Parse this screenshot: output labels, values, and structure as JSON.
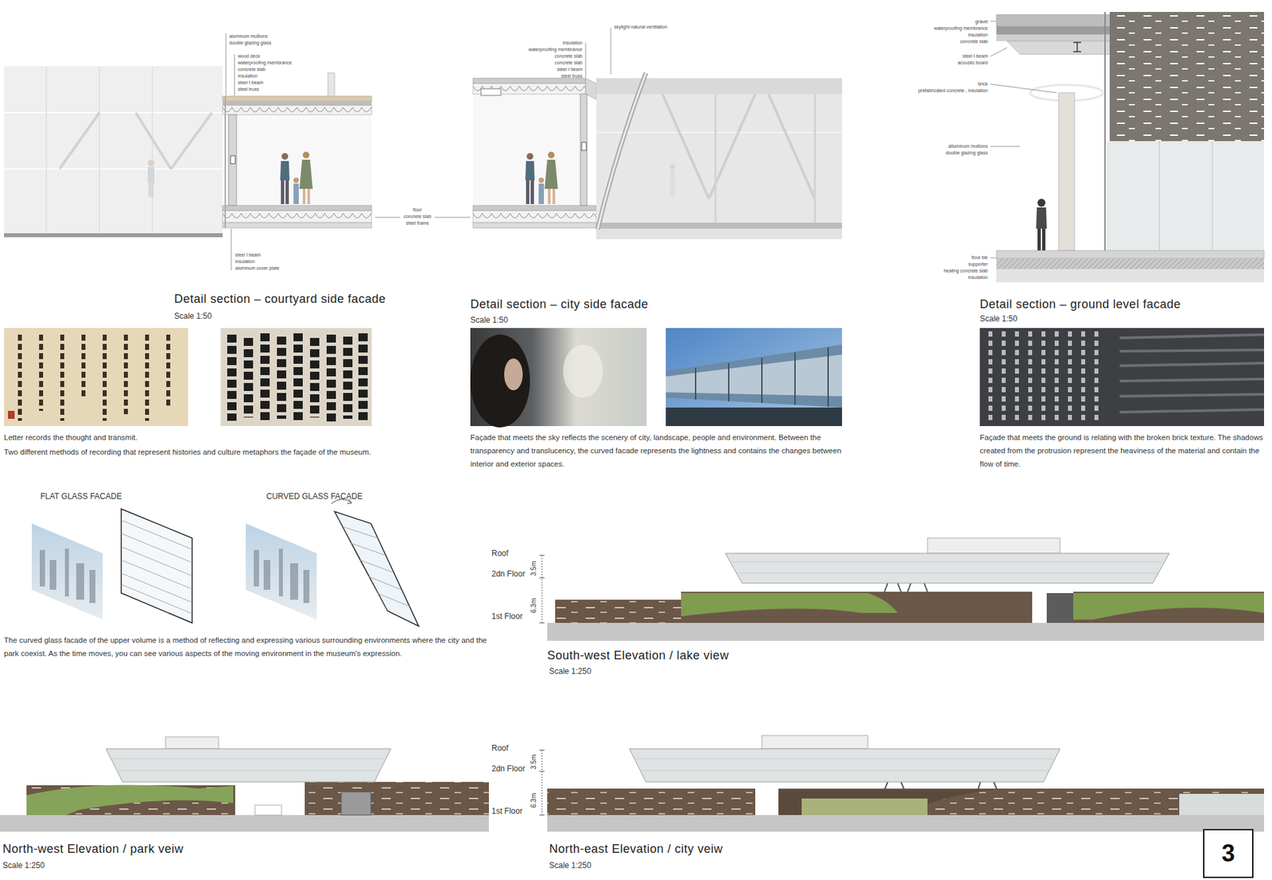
{
  "diagram": {
    "nodes": [
      {
        "text": [
          "3"
        ]
      }
    ],
    "labels": [
      "aluminum mullions",
      "double glazing glass",
      "wood deck",
      "waterproofing membrance",
      "concrete slab",
      "insulation",
      "steel Ⅰ beam",
      "steel truss",
      "steel Ⅰ beam",
      "insulation",
      "aluminum cover plate",
      "floor",
      "concrete slab",
      "steel frame",
      "skylight natural ventilation",
      "insulation",
      "waterproofing membrance",
      "concrete slab",
      "concrete slab",
      "steel Ⅰ beam",
      "steel truss",
      "gravel",
      "waterproofing membrance",
      "insulation",
      "concrete slab",
      "steel Ⅰ beam",
      "acoustic board",
      "brick",
      "prefabricated concrete , insulation",
      "alluminum mullions",
      "double glazing glass",
      "floor tile",
      "supporter",
      "heating concrete slab",
      "insulation",
      "Detail section – courtyard side facade",
      "Scale 1:50",
      "Detail section – city side facade",
      "Scale 1:50",
      "Detail section – ground level facade",
      "Scale 1:50",
      "Letter records the thought and transmit.",
      "Two different methods of recording that represent histories and culture metaphors the façade of the museum.",
      "Façade that meets the sky reflects the scenery of city, landscape, people and environment. Between the transparency and translucency, the curved facade represents the lightness and contains the changes between interior and exterior spaces.",
      "Façade that meets the ground is relating with the broken brick texture. The shadows created from the protrusion represent the heaviness of the material and contain the flow of time.",
      "FLAT GLASS FACADE",
      "CURVED GLASS FACADE",
      "The curved glass facade of the upper volume is a method of reflecting and expressing various surrounding environments where the city and the park coexist. As the time moves, you can see various aspects of the moving environment in the museum's expression.",
      "Roof",
      "2dn Floor",
      "1st Floor",
      "3.5m",
      "6.3m",
      "South-west Elevation / lake view",
      "Scale 1:250",
      "Roof",
      "2dn Floor",
      "1st Floor",
      "3.5m",
      "6.3m",
      "North-west Elevation / park veiw",
      "Scale 1:250",
      "North-east Elevation / city veiw",
      "Scale 1:250"
    ]
  }
}
